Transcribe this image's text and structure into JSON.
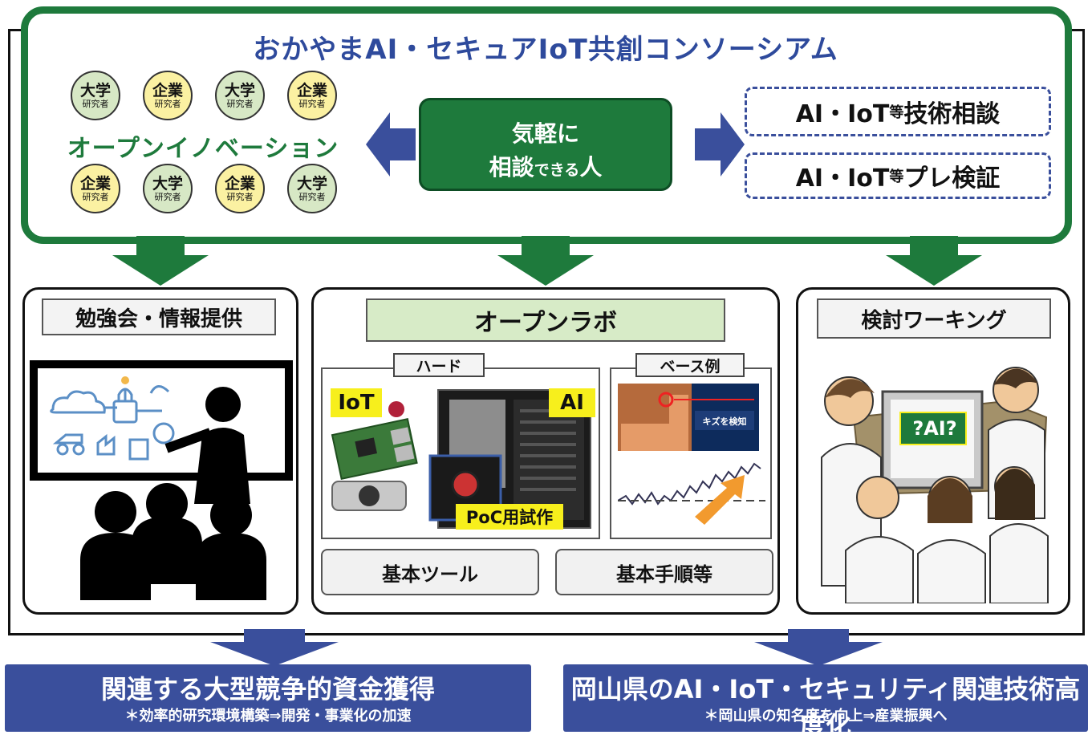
{
  "consortium": {
    "title": "おかやまAI・セキュアIoT共創コンソーシアム",
    "circles_top": [
      {
        "main": "大学",
        "sub": "研究者",
        "kind": "uni"
      },
      {
        "main": "企業",
        "sub": "研究者",
        "kind": "co"
      },
      {
        "main": "大学",
        "sub": "研究者",
        "kind": "uni"
      },
      {
        "main": "企業",
        "sub": "研究者",
        "kind": "co"
      }
    ],
    "circles_bottom": [
      {
        "main": "企業",
        "sub": "研究者",
        "kind": "co"
      },
      {
        "main": "大学",
        "sub": "研究者",
        "kind": "uni"
      },
      {
        "main": "企業",
        "sub": "研究者",
        "kind": "co"
      },
      {
        "main": "大学",
        "sub": "研究者",
        "kind": "uni"
      }
    ],
    "open_innovation": "オープンイノベーション",
    "counsel": {
      "line1": "気軽に",
      "line2_a": "相談",
      "line2_b": "できる",
      "line2_c": "人"
    },
    "services": [
      {
        "a": "AI・IoT",
        "b": "等",
        "c": "技術相談"
      },
      {
        "a": "AI・IoT",
        "b": "等",
        "c": "プレ検証"
      }
    ]
  },
  "panels": {
    "study": {
      "label": "勉強会・情報提供"
    },
    "lab": {
      "label": "オープンラボ",
      "hard_tag": "ハード",
      "base_tag": "ベース例",
      "iot_label": "IoT",
      "ai_label": "AI",
      "poc_label": "PoC用試作",
      "detect_label": "キズを検知",
      "tools": [
        "基本ツール",
        "基本手順等"
      ]
    },
    "working": {
      "label": "検討ワーキング",
      "screen_text": "?AI?"
    }
  },
  "outcomes": [
    {
      "main": "関連する大型競争的資金獲得",
      "sub": "＊効率的研究環境構築⇒開発・事業化の加速"
    },
    {
      "main": "岡山県のAI・IoT・セキュリティ関連技術高度化",
      "sub": "＊岡山県の知名度を向上⇒産業振興へ"
    }
  ],
  "colors": {
    "green": "#1e7a3c",
    "blue": "#3a4f9c",
    "light_green": "#d7ebc7",
    "yellow": "#f7ef1c"
  }
}
